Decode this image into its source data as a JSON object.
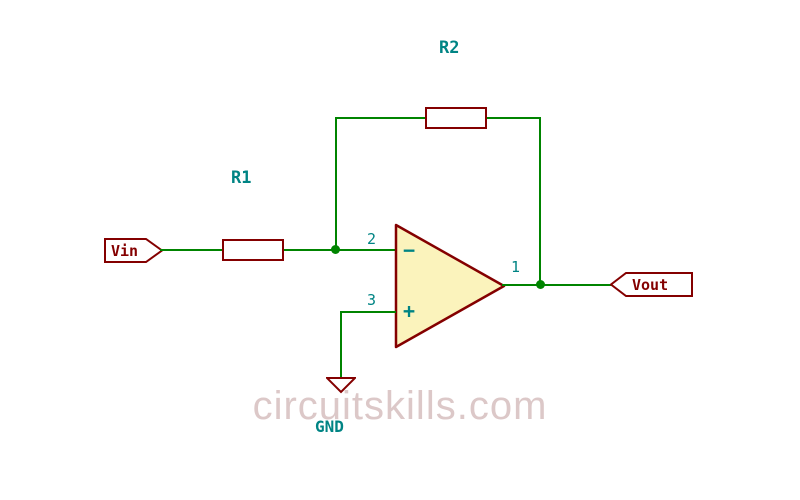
{
  "colors": {
    "wire": "#008400",
    "component": "#840000",
    "label": "#008484",
    "opamp_fill": "#fbf3bc",
    "watermark": "#dcc8c8",
    "background": "#ffffff"
  },
  "flags": {
    "vin": "Vin",
    "vout": "Vout"
  },
  "components": {
    "r1": {
      "ref": "R1"
    },
    "r2": {
      "ref": "R2"
    },
    "opamp": {
      "inverting_sign": "−",
      "noninverting_sign": "+",
      "pin_inverting": "2",
      "pin_noninverting": "3",
      "pin_output": "1"
    },
    "gnd": {
      "label": "GND"
    }
  },
  "watermark": "circuitskills.com"
}
